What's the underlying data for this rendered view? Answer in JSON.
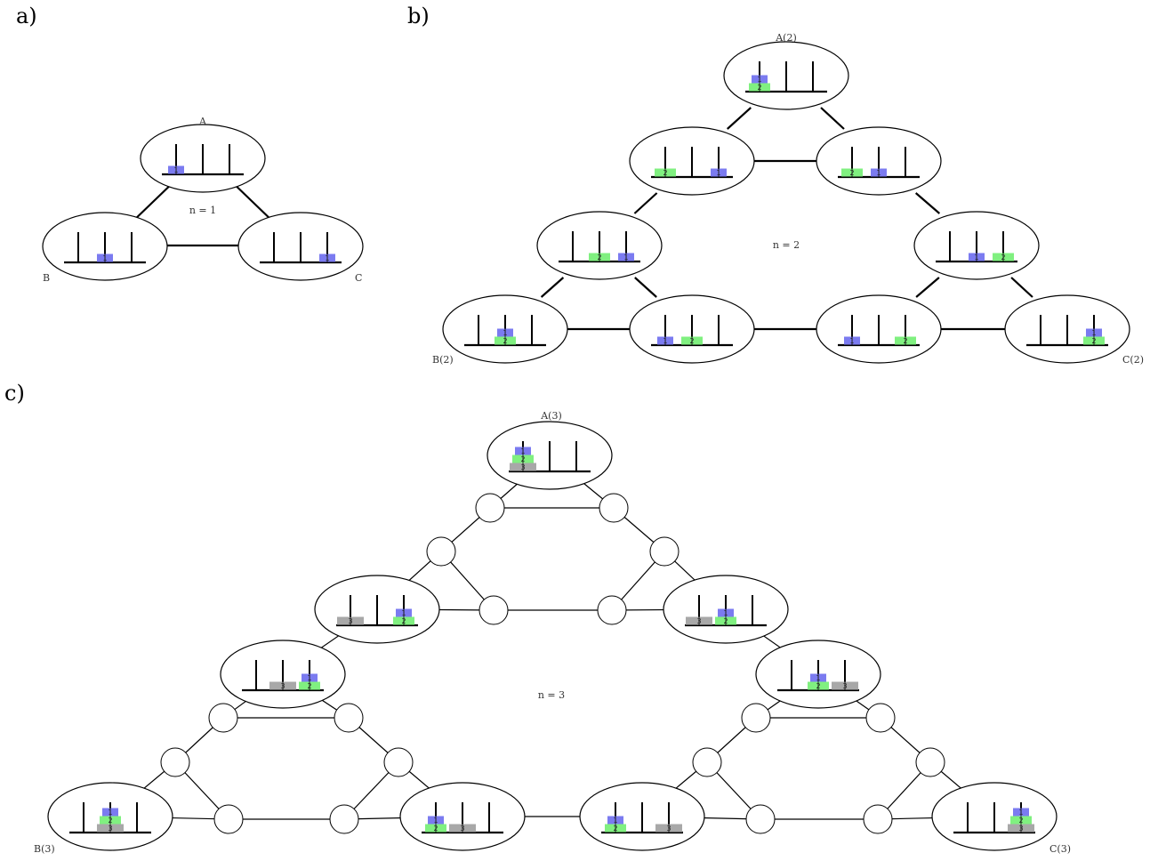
{
  "colors": {
    "disk_1": "#7b7bf0",
    "disk_2": "#80f080",
    "disk_3": "#a8a8a8",
    "stroke": "#000000",
    "background": "#ffffff"
  },
  "panels": [
    {
      "label": "a)",
      "n_label": "n = 1",
      "corners": {
        "top": "A",
        "left": "B",
        "right": "C"
      },
      "states": [
        {
          "pegs": [
            [
              1
            ],
            [],
            []
          ]
        },
        {
          "pegs": [
            [],
            [
              1
            ],
            []
          ]
        },
        {
          "pegs": [
            [],
            [],
            [
              1
            ]
          ]
        }
      ]
    },
    {
      "label": "b)",
      "n_label": "n = 2",
      "corners": {
        "top": "A(2)",
        "left": "B(2)",
        "right": "C(2)"
      },
      "states": [
        {
          "pegs": [
            [
              2,
              1
            ],
            [],
            []
          ]
        },
        {
          "pegs": [
            [
              2
            ],
            [],
            [
              1
            ]
          ]
        },
        {
          "pegs": [
            [
              2
            ],
            [
              1
            ],
            []
          ]
        },
        {
          "pegs": [
            [],
            [
              2
            ],
            [
              1
            ]
          ]
        },
        {
          "pegs": [
            [],
            [
              1
            ],
            [
              2
            ]
          ]
        },
        {
          "pegs": [
            [],
            [
              2,
              1
            ],
            []
          ]
        },
        {
          "pegs": [
            [
              1
            ],
            [
              2
            ],
            []
          ]
        },
        {
          "pegs": [
            [
              1
            ],
            [],
            [
              2
            ]
          ]
        },
        {
          "pegs": [
            [],
            [],
            [
              2,
              1
            ]
          ]
        }
      ]
    },
    {
      "label": "c)",
      "n_label": "n = 3",
      "corners": {
        "top": "A(3)",
        "left": "B(3)",
        "right": "C(3)"
      },
      "states": [
        {
          "pegs": [
            [
              3,
              2,
              1
            ],
            [],
            []
          ]
        },
        {
          "pegs": [
            [
              3
            ],
            [],
            [
              2,
              1
            ]
          ]
        },
        {
          "pegs": [
            [
              3
            ],
            [
              2,
              1
            ],
            []
          ]
        },
        {
          "pegs": [
            [],
            [
              3
            ],
            [
              2,
              1
            ]
          ]
        },
        {
          "pegs": [
            [],
            [
              2,
              1
            ],
            [
              3
            ]
          ]
        },
        {
          "pegs": [
            [],
            [
              3,
              2,
              1
            ],
            []
          ]
        },
        {
          "pegs": [
            [
              2,
              1
            ],
            [
              3
            ],
            []
          ]
        },
        {
          "pegs": [
            [
              2,
              1
            ],
            [],
            [
              3
            ]
          ]
        },
        {
          "pegs": [
            [],
            [],
            [
              3,
              2,
              1
            ]
          ]
        }
      ]
    }
  ]
}
